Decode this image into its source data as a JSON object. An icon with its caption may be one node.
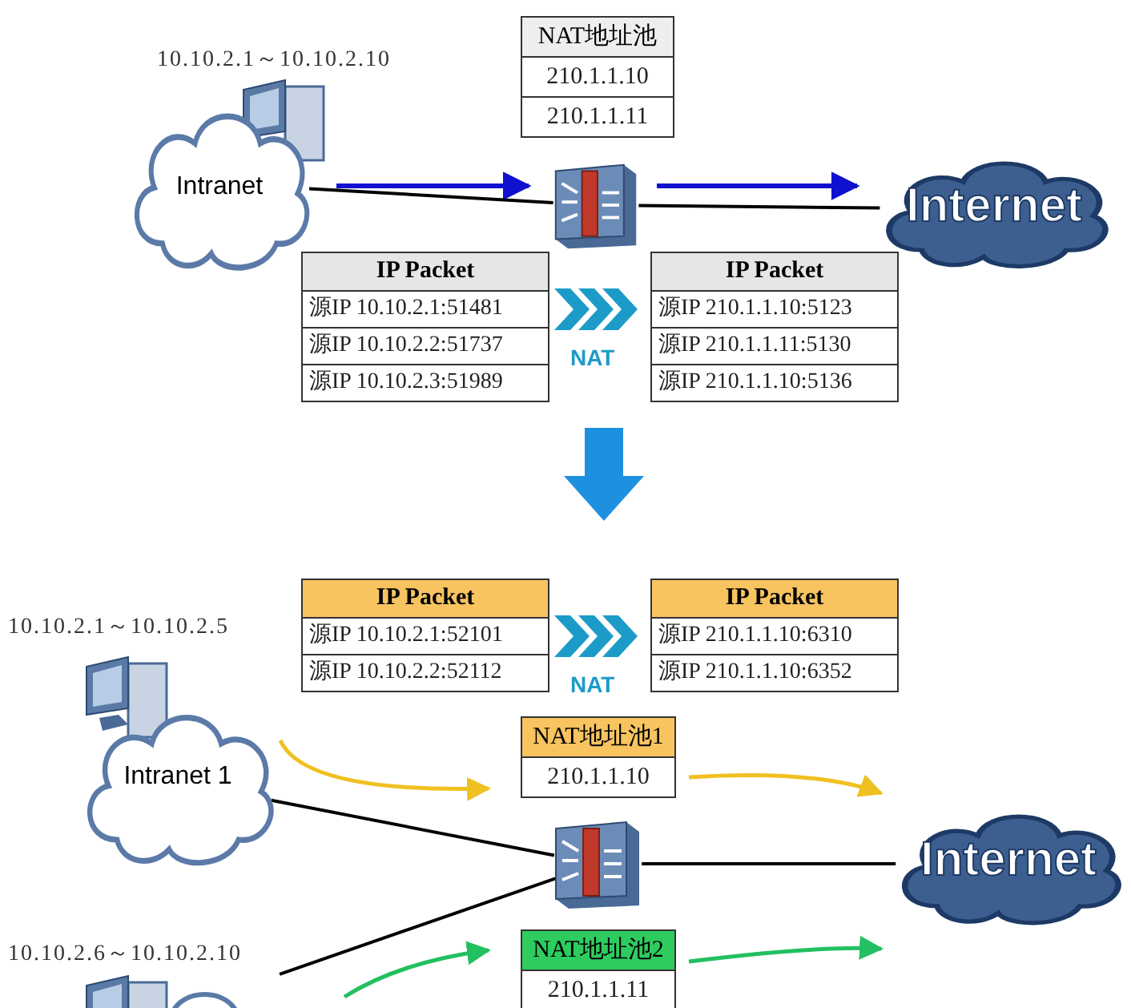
{
  "diagram": {
    "nodes": [
      {
        "text": [
          "NAT地址池",
          "210.1.1.10",
          "210.1.1.11"
        ]
      },
      {
        "text": [
          "Intranet"
        ],
        "beside": [
          "10.10.2.1～10.10.2.10"
        ]
      },
      {
        "text": [],
        "shape": "picture"
      },
      {
        "text": [
          "Internet"
        ]
      },
      {
        "text": [
          "IP Packet",
          "源IP 10.10.2.1:51481",
          "源IP 10.10.2.2:51737",
          "源IP 10.10.2.3:51989"
        ]
      },
      {
        "text": [
          "IP Packet",
          "源IP 210.1.1.10:5123",
          "源IP 210.1.1.11:5130",
          "源IP 210.1.1.10:5136"
        ]
      },
      {
        "text": [
          "IP Packet",
          "源IP 10.10.2.1:52101",
          "源IP 10.10.2.2:52112"
        ]
      },
      {
        "text": [
          "IP Packet",
          "源IP 210.1.1.10:6310",
          "源IP 210.1.1.10:6352"
        ]
      },
      {
        "text": [
          "Intranet 1"
        ],
        "beside": [
          "10.10.2.1～10.10.2.5"
        ]
      },
      {
        "text": [
          "NAT地址池1",
          "210.1.1.10"
        ]
      },
      {
        "text": [],
        "shape": "picture"
      },
      {
        "text": [
          "Internet"
        ]
      },
      {
        "text": [
          "NAT地址池2",
          "210.1.1.11"
        ]
      },
      {
        "text": [],
        "shape": "cloud",
        "beside": [
          "10.10.2.6～10.10.2.10"
        ]
      }
    ],
    "edges": [
      {
        "from": 1,
        "to": 2,
        "arrow": "none"
      },
      {
        "from": 2,
        "to": 3,
        "arrow": "none"
      },
      {
        "from": 4,
        "to": 5,
        "arrow": "to",
        "label": "NAT"
      },
      {
        "from": 6,
        "to": 7,
        "arrow": "to",
        "label": "NAT"
      },
      {
        "from": 8,
        "to": 10,
        "arrow": "none"
      },
      {
        "from": 13,
        "to": 10,
        "arrow": "none"
      },
      {
        "from": 10,
        "to": 11,
        "arrow": "none"
      }
    ]
  }
}
